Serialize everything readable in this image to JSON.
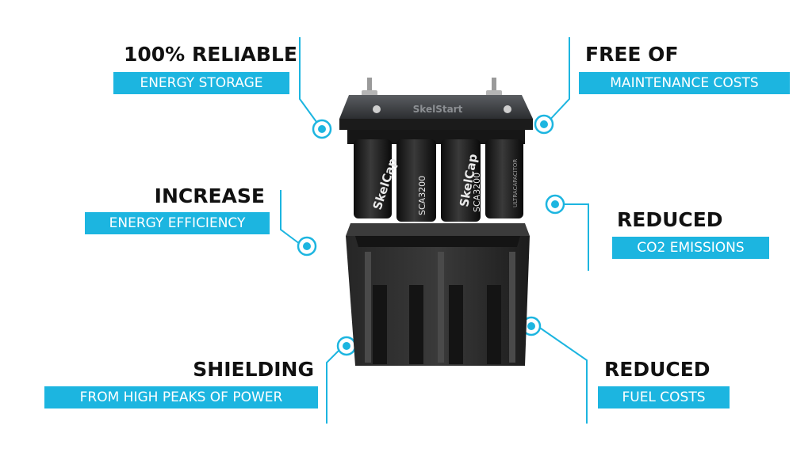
{
  "colors": {
    "accent": "#1cb5e0",
    "title": "#111111",
    "product": "#1a1a1a"
  },
  "features": [
    {
      "title": "100% RELIABLE",
      "subtitle": "ENERGY STORAGE"
    },
    {
      "title": "FREE OF",
      "subtitle": "MAINTENANCE COSTS"
    },
    {
      "title": "INCREASE",
      "subtitle": "ENERGY EFFICIENCY"
    },
    {
      "title": "REDUCED",
      "subtitle": "CO2 EMISSIONS"
    },
    {
      "title": "SHIELDING",
      "subtitle": "FROM HIGH PEAKS OF POWER"
    },
    {
      "title": "REDUCED",
      "subtitle": "FUEL COSTS"
    }
  ],
  "product": {
    "lid_brand": "SkelStart",
    "cell_brand": "SkelCap",
    "cell_model": "SCA3200",
    "cell_sub": "ULTRACAPACITOR"
  }
}
